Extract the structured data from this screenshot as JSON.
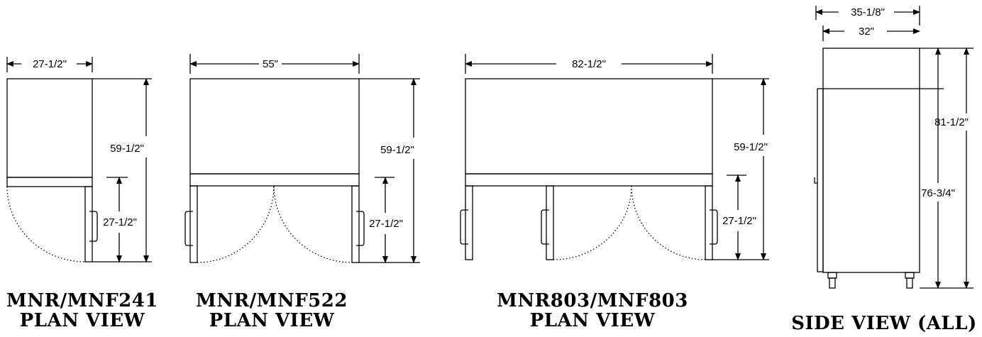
{
  "views": [
    {
      "model": "MNR/MNF241",
      "view": "PLAN VIEW",
      "width_dim": "27-1/2\"",
      "depth_dim": "59-1/2\"",
      "door_dim": "27-1/2\""
    },
    {
      "model": "MNR/MNF522",
      "view": "PLAN VIEW",
      "width_dim": "55\"",
      "depth_dim": "59-1/2\"",
      "door_dim": "27-1/2\""
    },
    {
      "model": "MNR803/MNF803",
      "view": "PLAN VIEW",
      "width_dim": "82-1/2\"",
      "depth_dim": "59-1/2\"",
      "door_dim": "27-1/2\""
    }
  ],
  "side_view": {
    "caption": "SIDE VIEW (ALL)",
    "overall_depth_dim": "35-1/8\"",
    "cabinet_depth_dim": "32\"",
    "overall_height_dim": "81-1/2\"",
    "door_height_dim": "76-3/4\""
  }
}
